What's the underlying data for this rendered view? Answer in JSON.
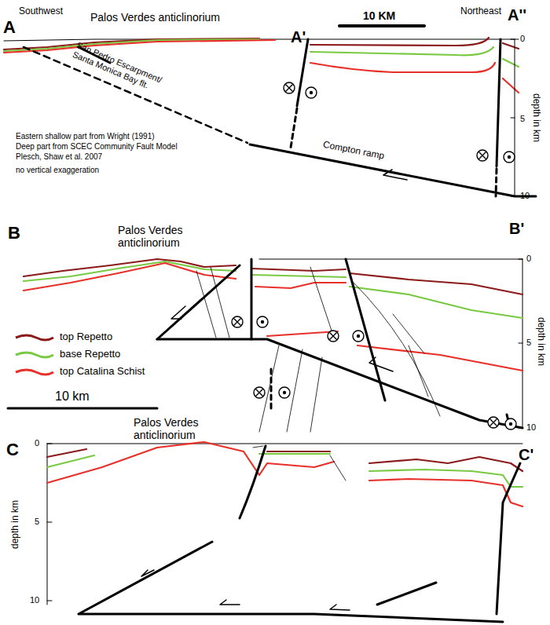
{
  "diagram": {
    "labels": [
      "A",
      "Southwest",
      "Palos Verdes anticlinorium",
      "A'",
      "10 KM",
      "A''",
      "Northeast",
      "0",
      "5",
      "10",
      "depth in km",
      "San Pedro Escarpment/ Santa Monica Bay flt.",
      "Compton ramp",
      "Eastern shallow part from Wright (1991)",
      "Deep part from SCEC Community Fault Model",
      "Plesch, Shaw et al. 2007",
      "no vertical exaggeration",
      "B",
      "Palos Verdes anticlinorium",
      "B'",
      "0",
      "5",
      "10",
      "depth in km",
      "10 km",
      "C",
      "Palos Verdes anticlinorium",
      "C'",
      "0",
      "5",
      "10",
      "depth in km"
    ],
    "legend": [
      {
        "text": "top Repetto"
      },
      {
        "text": "base Repetto"
      },
      {
        "text": "top Catalina Schist"
      }
    ]
  }
}
